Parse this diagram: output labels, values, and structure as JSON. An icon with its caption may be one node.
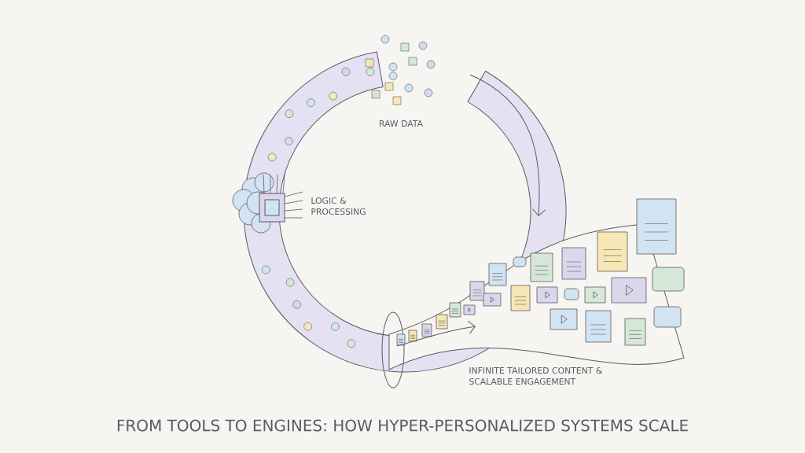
{
  "diagram": {
    "title": "FROM TOOLS TO ENGINES: HOW HYPER-PERSONALIZED SYSTEMS SCALE",
    "labels": [
      "RAW DATA",
      "LOGIC & PROCESSING",
      "INFINITE TAILORED CONTENT & SCALABLE ENGAGEMENT"
    ]
  }
}
